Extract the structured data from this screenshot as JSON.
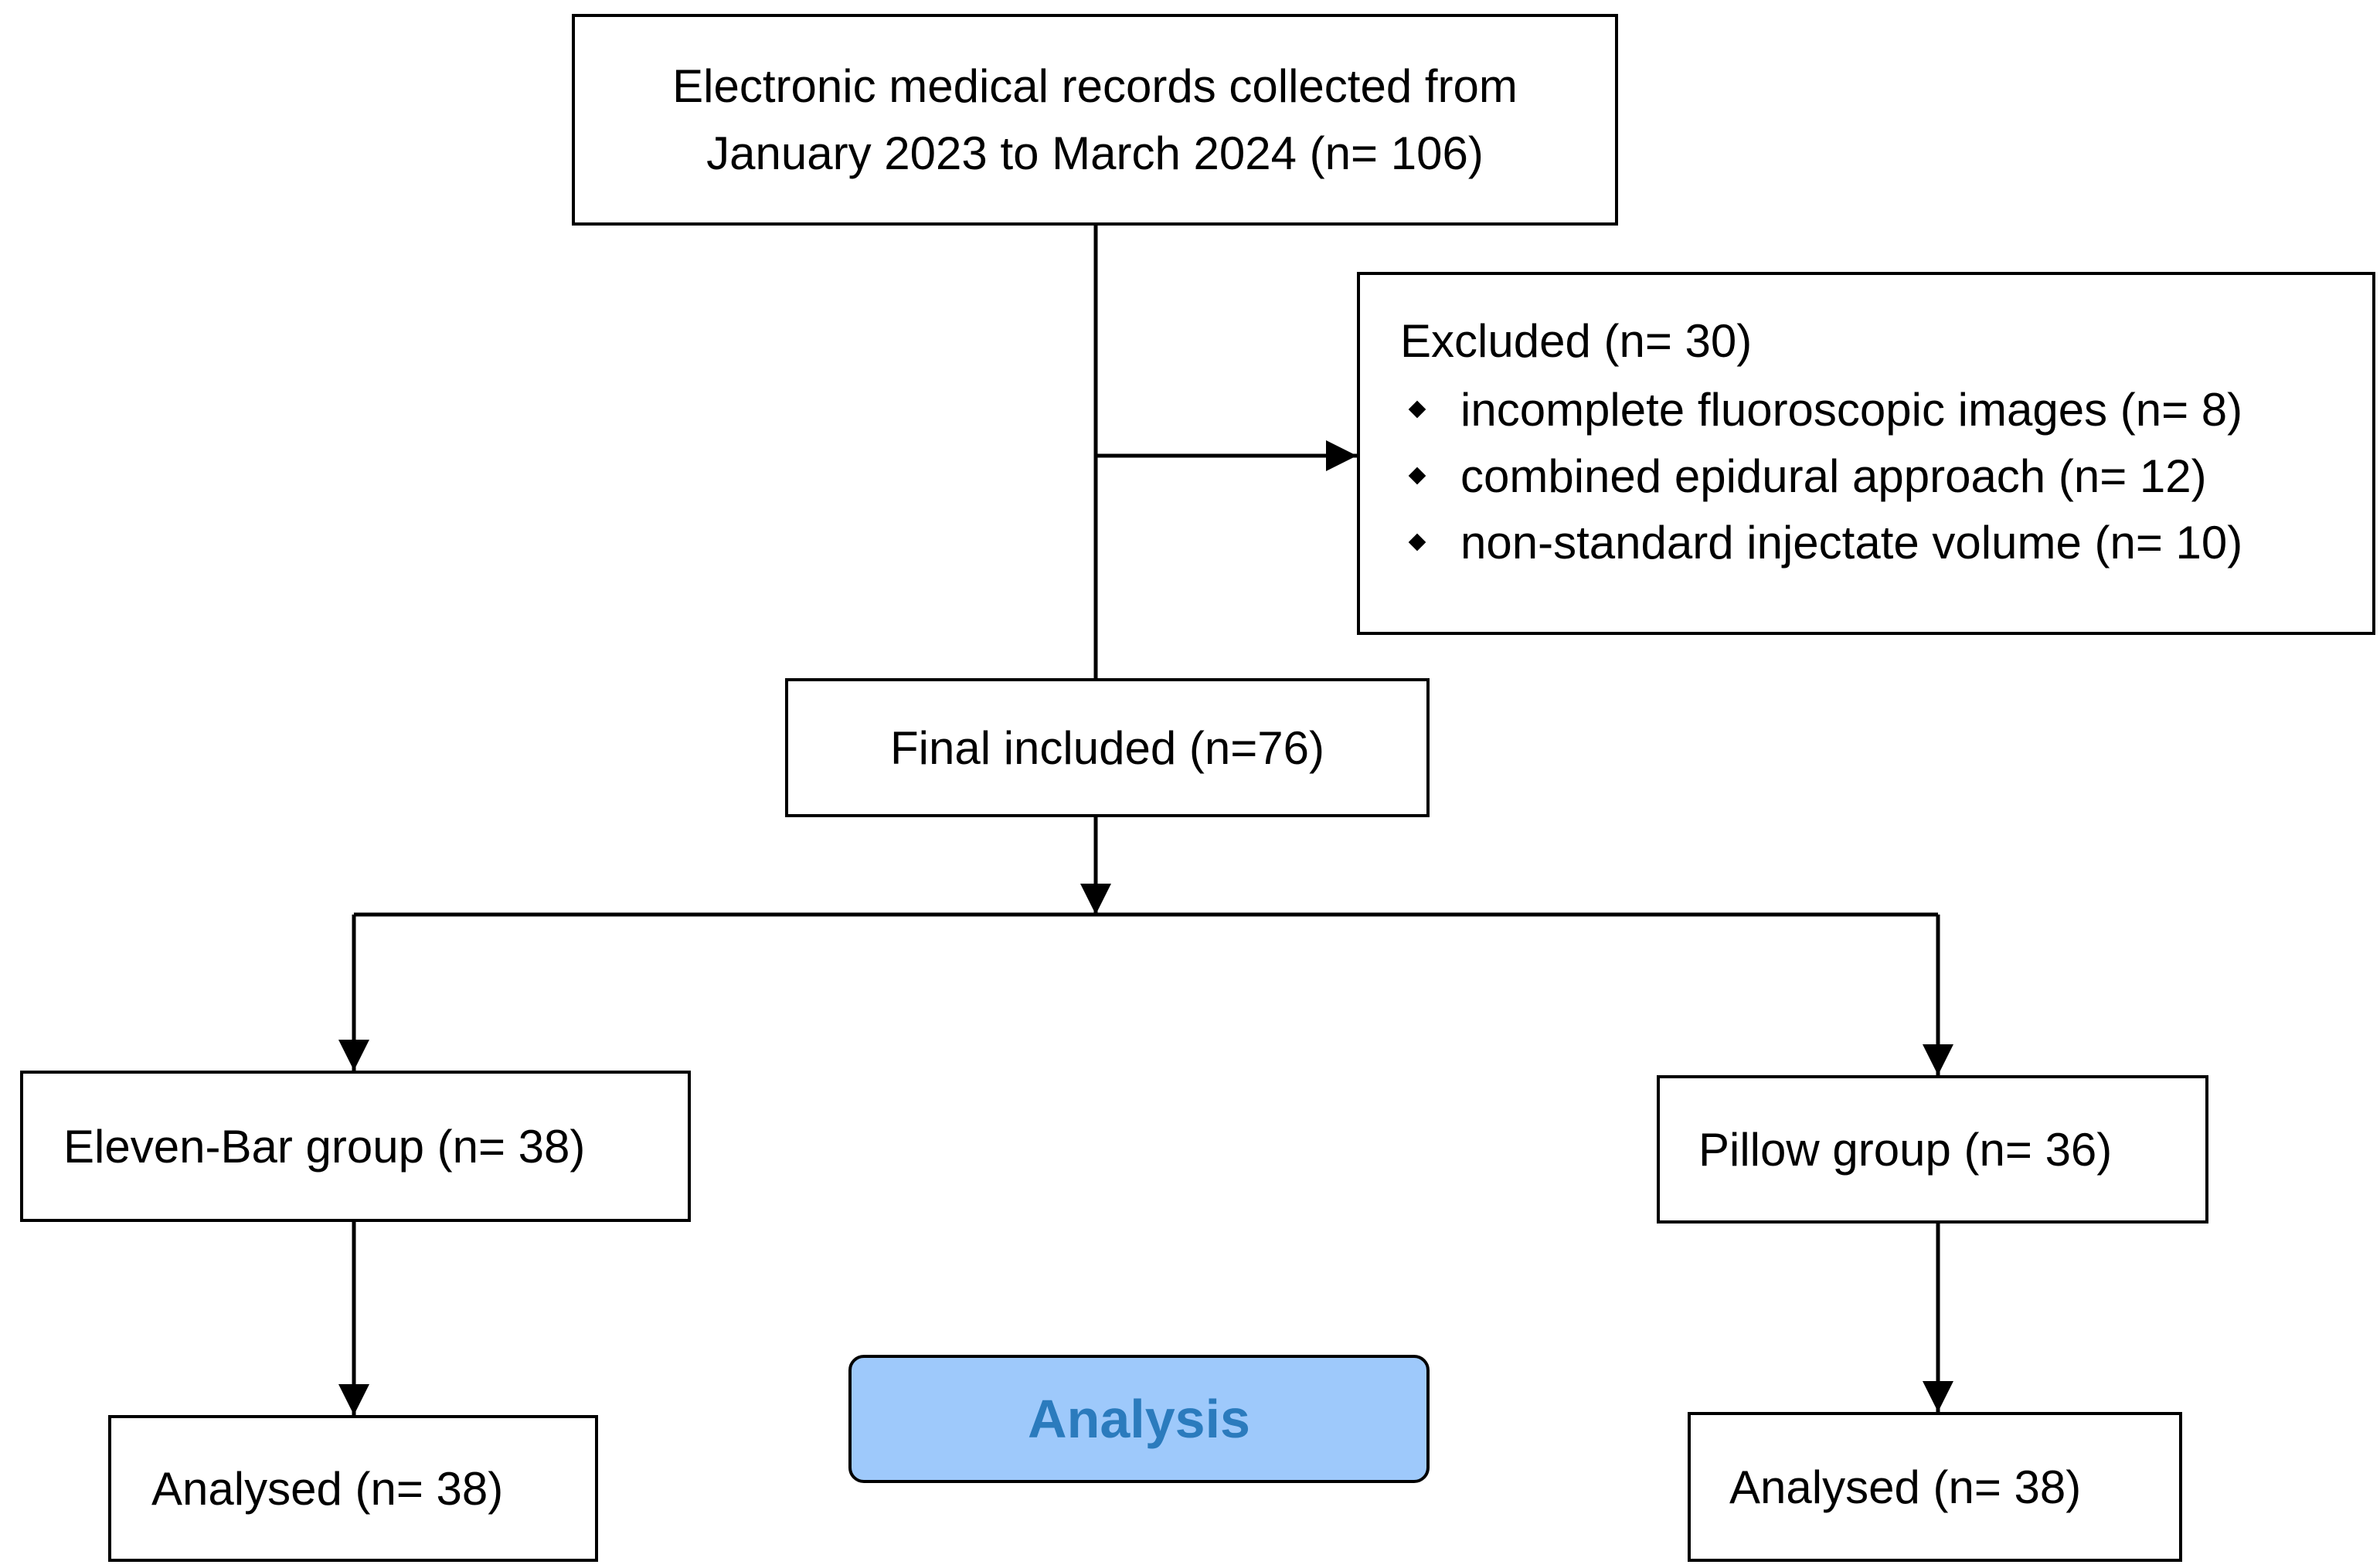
{
  "flowchart": {
    "records_box": {
      "line1": "Electronic medical records collected from",
      "line2": "January 2023 to March 2024 (n= 106)"
    },
    "excluded_box": {
      "title": "Excluded (n= 30)",
      "items": [
        "incomplete fluoroscopic images (n= 8)",
        "combined epidural approach (n= 12)",
        "non-standard injectate volume (n= 10)"
      ],
      "bullet_icon": "diamond-bullet"
    },
    "final_box": {
      "label": "Final included (n=76)"
    },
    "groups": {
      "eleven_bar": "Eleven-Bar group (n= 38)",
      "pillow": "Pillow group (n= 36)"
    },
    "analysed": {
      "left": "Analysed (n= 38)",
      "right": "Analysed (n= 38)"
    },
    "analysis_button": {
      "label": "Analysis"
    }
  },
  "colors": {
    "line": "#000000",
    "analysis_fill": "#9ec9fb",
    "analysis_text": "#2b7bbd"
  }
}
